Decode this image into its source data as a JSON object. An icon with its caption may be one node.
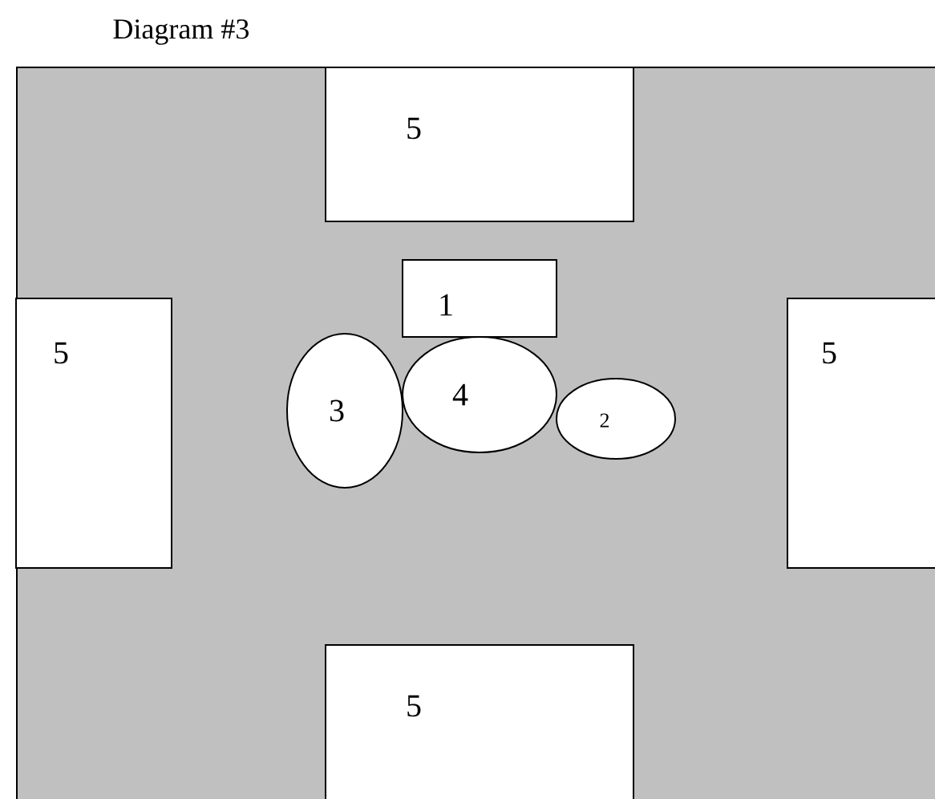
{
  "diagram": {
    "title": "Diagram #3",
    "nodes": [
      {
        "text": [
          "5"
        ]
      },
      {
        "text": [
          "1"
        ]
      },
      {
        "text": [
          "5"
        ]
      },
      {
        "text": [
          "3"
        ]
      },
      {
        "text": [
          "4"
        ]
      },
      {
        "text": [
          "2"
        ]
      },
      {
        "text": [
          "5"
        ]
      },
      {
        "text": [
          "5"
        ]
      }
    ]
  }
}
